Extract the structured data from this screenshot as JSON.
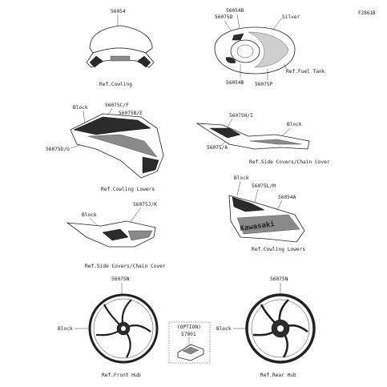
{
  "figure_code": "F2861B",
  "labels": {
    "cowling_part": "56054",
    "ref_cowling": "Ref.Cowling",
    "tank_part_d": "56075D",
    "tank_part_b1": "56054B",
    "tank_silver": "Silver",
    "tank_part_b2": "56054B",
    "tank_ref": "Ref.Fuel Tank",
    "tank_part_p": "56075P",
    "cl_block": "Block",
    "cl_part_cf": "56075C/F",
    "cl_part_be": "56075B/E",
    "cl_part_dg": "56075D/G",
    "cl_ref": "Ref.Cowling Lowers",
    "sc_part_hi": "56075H/I",
    "sc_block": "Block",
    "sc_part_a": "56075/A",
    "sc_ref": "Ref.Side Covers/Chain Cover",
    "scl_block": "Block",
    "scl_part_jk": "56075J/K",
    "scl_ref": "Ref.Side Covers/Chain Cover",
    "lw_block": "Block",
    "lw_part_lm": "56075L/M",
    "lw_part_a": "56054A",
    "lw_brand": "Kawasaki",
    "lw_ref": "Ref.Cowling Lowers",
    "fw_part": "56075N",
    "fw_block": "Block",
    "fw_ref": "Ref.Front Hub",
    "opt_title": "(OPTION)",
    "opt_part": "57001",
    "rw_part": "56075N",
    "rw_block": "Block",
    "rw_ref": "Ref.Rear Hub"
  }
}
